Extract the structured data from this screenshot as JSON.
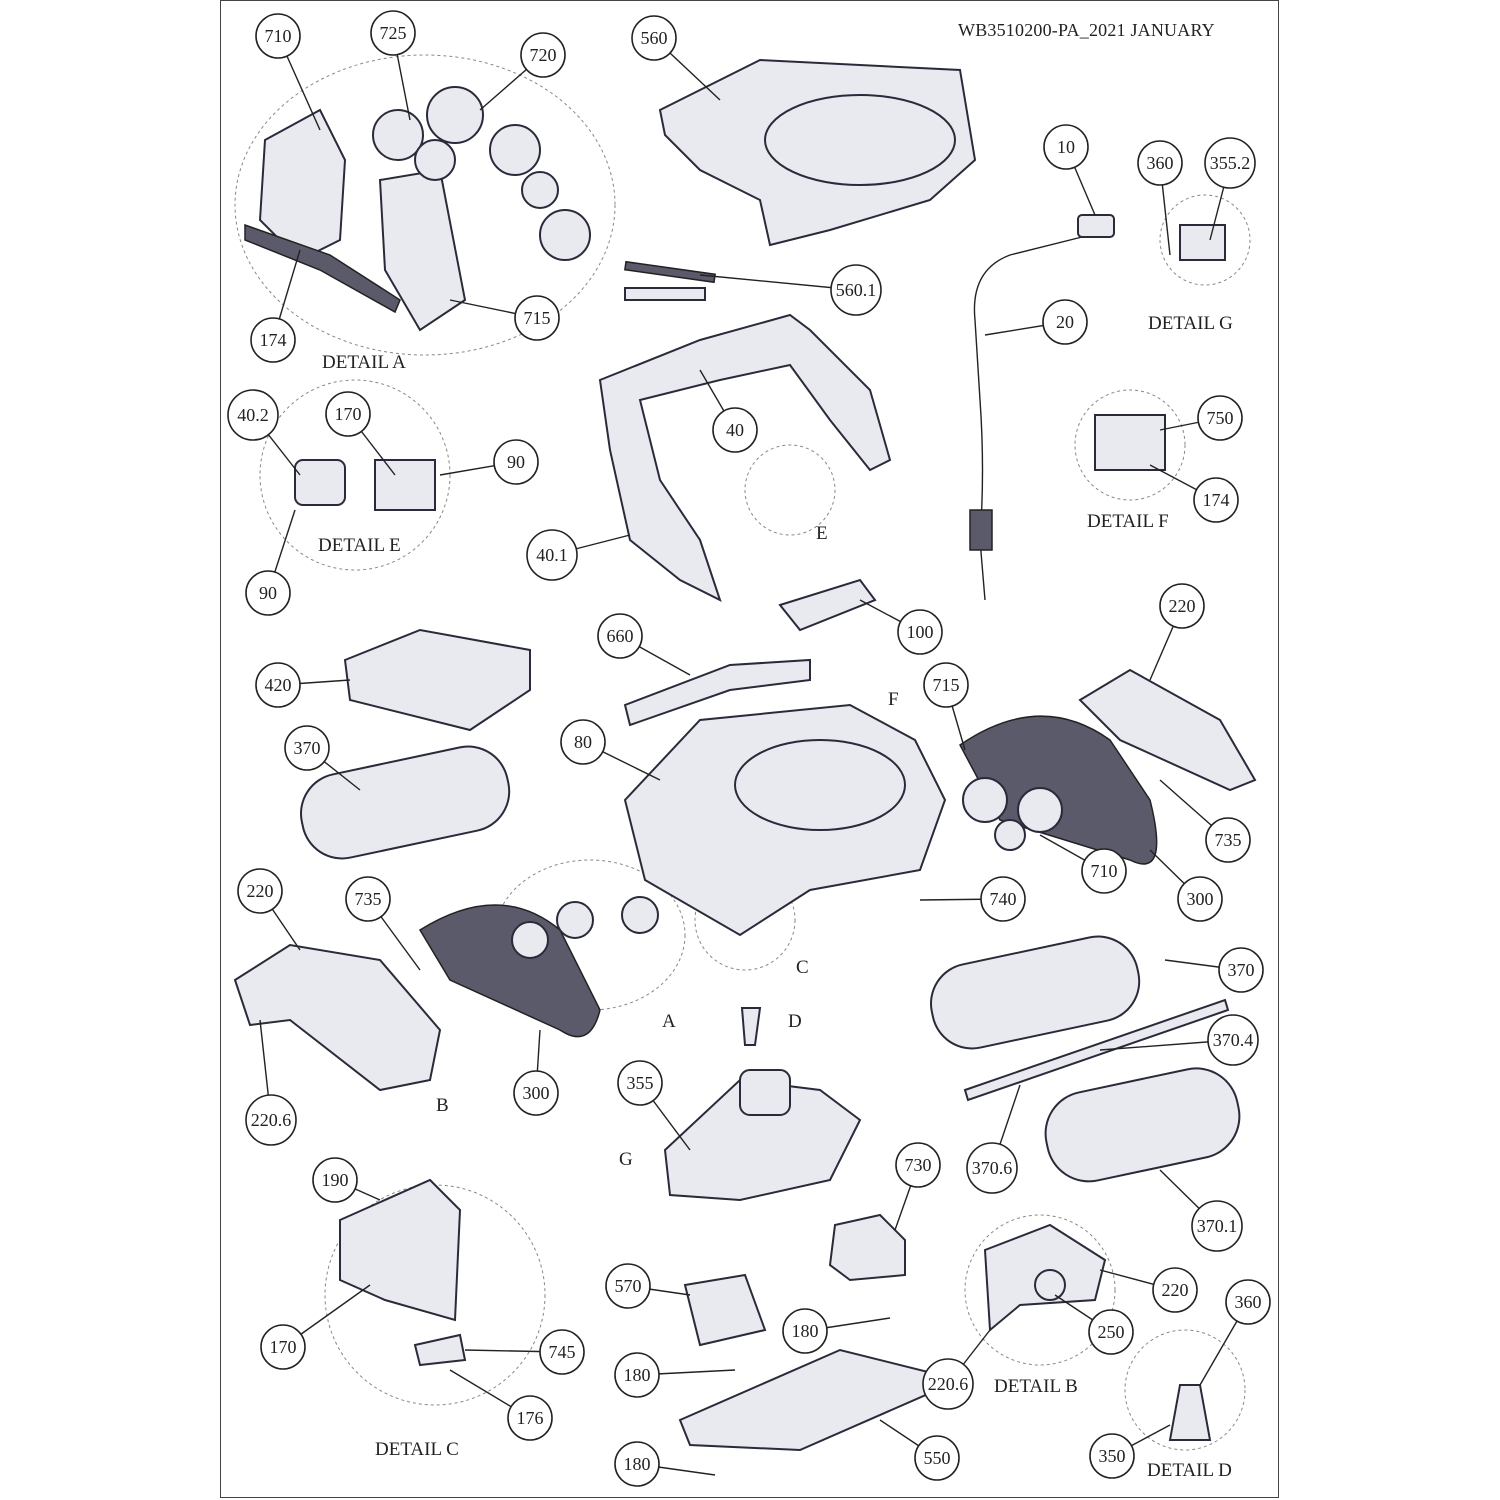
{
  "document_ref": "WB3510200-PA_2021 JANUARY",
  "detail_labels": [
    "DETAIL A",
    "DETAIL G",
    "DETAIL F",
    "DETAIL E",
    "DETAIL C",
    "DETAIL B",
    "DETAIL D"
  ],
  "view_letters": [
    "E",
    "F",
    "C",
    "A",
    "D",
    "B",
    "G"
  ],
  "callouts": [
    "710",
    "725",
    "720",
    "560",
    "10",
    "360",
    "355.2",
    "174",
    "715",
    "560.1",
    "20",
    "40.2",
    "170",
    "90",
    "40",
    "750",
    "174",
    "40.1",
    "90",
    "100",
    "660",
    "220",
    "420",
    "715",
    "370",
    "80",
    "735",
    "710",
    "300",
    "220",
    "735",
    "740",
    "370",
    "370.4",
    "300",
    "355",
    "220.6",
    "730",
    "370.6",
    "370.1",
    "190",
    "570",
    "220",
    "360",
    "180",
    "250",
    "170",
    "745",
    "220.6",
    "180",
    "176",
    "550",
    "350",
    "180"
  ]
}
